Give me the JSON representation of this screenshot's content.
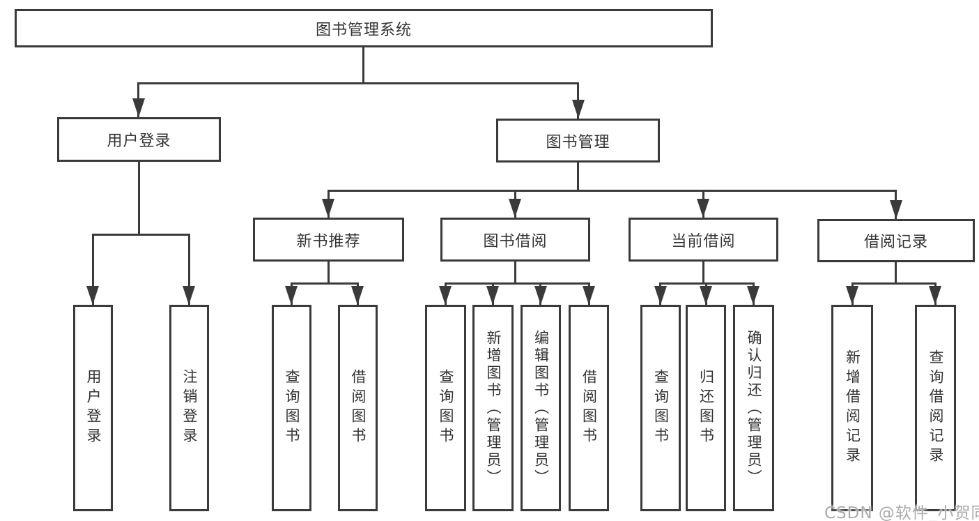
{
  "diagram": {
    "root": {
      "label": "图书管理系统"
    },
    "branches": {
      "user_login": {
        "label": "用户登录",
        "children": [
          "用户登录",
          "注销登录"
        ]
      },
      "book_management": {
        "label": "图书管理"
      }
    },
    "modules": [
      {
        "label": "新书推荐",
        "children": [
          "查询图书",
          "借阅图书"
        ]
      },
      {
        "label": "图书借阅",
        "children": [
          "查询图书",
          "新增图书（管理员）",
          "编辑图书（管理员）",
          "借阅图书"
        ]
      },
      {
        "label": "当前借阅",
        "children": [
          "查询图书",
          "归还图书",
          "确认归还（管理员）"
        ]
      },
      {
        "label": "借阅记录",
        "children": [
          "新增借阅记录",
          "查询借阅记录"
        ]
      }
    ]
  },
  "watermark": "CSDN @软件_小贺同学",
  "colors": {
    "line": "#3a3a3a",
    "text": "#333333",
    "watermark": "#ababab",
    "background": "#ffffff"
  }
}
